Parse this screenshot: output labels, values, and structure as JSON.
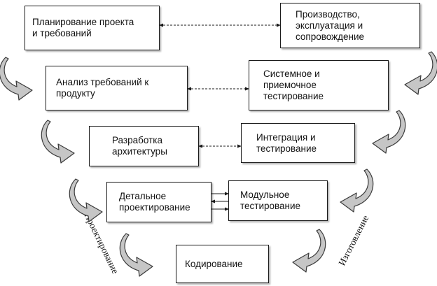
{
  "diagram": {
    "stages": {
      "planning": "Планирование проекта\nи требований",
      "production": "Производство,\nэксплуатация и\nсопровождение",
      "analysis": "Анализ требований к\nпродукту",
      "system_testing": "Системное и\nприемочное\nтестирование",
      "architecture": "Разработка\nархитектуры",
      "integration": "Интеграция и\nтестирование",
      "detailed_design": "Детальное\nпроектирование",
      "unit_testing": "Модульное\nтестирование",
      "coding": "Кодирование"
    },
    "side_labels": {
      "left": "Проектирование",
      "right": "Изготовление"
    },
    "colors": {
      "border": "#1a1a1a",
      "curved_arrow_fill": "#c6c6c6",
      "curved_arrow_stroke": "#3a3a3a"
    }
  }
}
